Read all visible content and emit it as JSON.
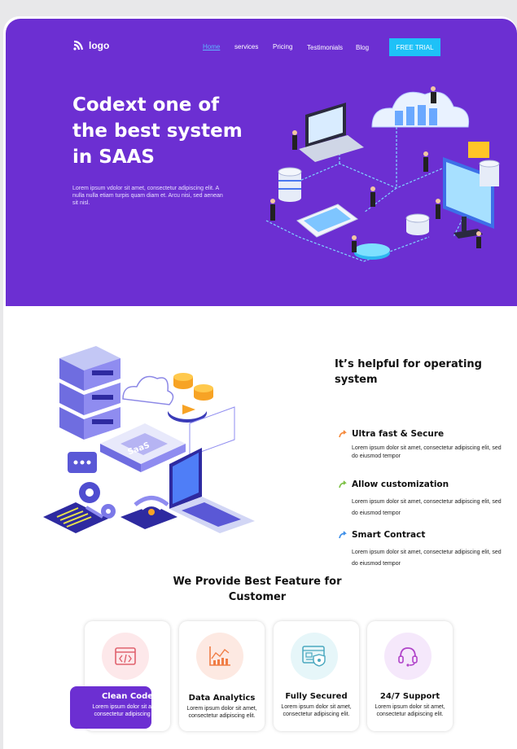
{
  "header": {
    "logo_text": "logo",
    "nav": [
      "Home",
      "services",
      "Pricing",
      "Testimonials",
      "Blog"
    ],
    "cta": "FREE TRIAL"
  },
  "hero": {
    "title": "Codext one of the best system in SAAS",
    "subtitle": "Lorem ipsum vdolor sit amet, consectetur adipiscing elit. A nulla nulla etiam turpis quam diam et. Arcu nisi, sed aenean sit nisl."
  },
  "features": {
    "title": "It’s helpful for operating system",
    "items": [
      {
        "title": "Ultra fast & Secure",
        "desc": "Lorem ipsum dolor sit amet, consectetur adipiscing elit, sed do eiusmod tempor",
        "color": "#f5893a"
      },
      {
        "title": "Allow customization",
        "desc": "Lorem ipsum dolor sit amet, consectetur adipiscing elit, sed do eiusmod tempor",
        "color": "#7cc144"
      },
      {
        "title": "Smart Contract",
        "desc": "Lorem ipsum dolor sit amet, consectetur adipiscing elit, sed do eiusmod tempor",
        "color": "#3c8ee8"
      }
    ]
  },
  "provide": {
    "title": "We Provide Best Feature for Customer",
    "cards": [
      {
        "title": "Clean Code",
        "desc": "Lorem ipsum dolor sit amet, consectetur adipiscing elit.",
        "icon": "code-icon"
      },
      {
        "title": "Data Analytics",
        "desc": "Lorem ipsum dolor sit amet, consectetur adipiscing elit.",
        "icon": "chart-icon"
      },
      {
        "title": "Fully Secured",
        "desc": "Lorem ipsum dolor sit amet, consectetur adipiscing elit.",
        "icon": "shield-icon"
      },
      {
        "title": "24/7 Support",
        "desc": "Lorem ipsum dolor sit amet, consectetur adipiscing elit.",
        "icon": "headset-icon"
      }
    ]
  },
  "colors": {
    "primary": "#6c2fd2",
    "accent": "#1ec1f7"
  }
}
